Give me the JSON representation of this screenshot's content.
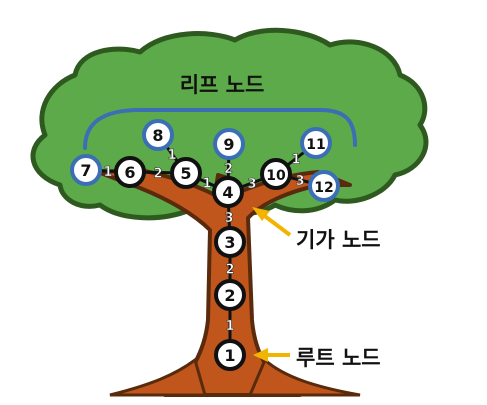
{
  "labels": {
    "leaf_nodes": "리프 노드",
    "branch_nodes": "기가 노드",
    "root_node": "루트 노드"
  },
  "nodes": [
    {
      "id": "1",
      "label": "1",
      "kind": "internal"
    },
    {
      "id": "2",
      "label": "2",
      "kind": "internal"
    },
    {
      "id": "3",
      "label": "3",
      "kind": "internal"
    },
    {
      "id": "4",
      "label": "4",
      "kind": "internal"
    },
    {
      "id": "5",
      "label": "5",
      "kind": "internal"
    },
    {
      "id": "6",
      "label": "6",
      "kind": "internal"
    },
    {
      "id": "7",
      "label": "7",
      "kind": "leaf"
    },
    {
      "id": "8",
      "label": "8",
      "kind": "leaf"
    },
    {
      "id": "9",
      "label": "9",
      "kind": "leaf"
    },
    {
      "id": "10",
      "label": "10",
      "kind": "internal"
    },
    {
      "id": "11",
      "label": "11",
      "kind": "leaf"
    },
    {
      "id": "12",
      "label": "12",
      "kind": "leaf"
    }
  ],
  "edges": [
    {
      "from": "1",
      "to": "2",
      "weight": "1"
    },
    {
      "from": "2",
      "to": "3",
      "weight": "2"
    },
    {
      "from": "3",
      "to": "4",
      "weight": "3"
    },
    {
      "from": "4",
      "to": "5",
      "weight": "1"
    },
    {
      "from": "4",
      "to": "9",
      "weight": "2"
    },
    {
      "from": "4",
      "to": "10",
      "weight": "3"
    },
    {
      "from": "5",
      "to": "6",
      "weight": "2"
    },
    {
      "from": "5",
      "to": "8",
      "weight": "1"
    },
    {
      "from": "6",
      "to": "7",
      "weight": "1"
    },
    {
      "from": "10",
      "to": "11",
      "weight": "1"
    },
    {
      "from": "10",
      "to": "12",
      "weight": "3"
    }
  ],
  "colors": {
    "canopy": "#5daa4a",
    "canopy_outline": "#2f5a1f",
    "trunk": "#c0561b",
    "trunk_outline": "#5a2a0d",
    "bracket": "#3a6fb5",
    "leaf_ring": "#3a6fb5",
    "internal_ring": "#111111",
    "arrow": "#f2b400"
  }
}
